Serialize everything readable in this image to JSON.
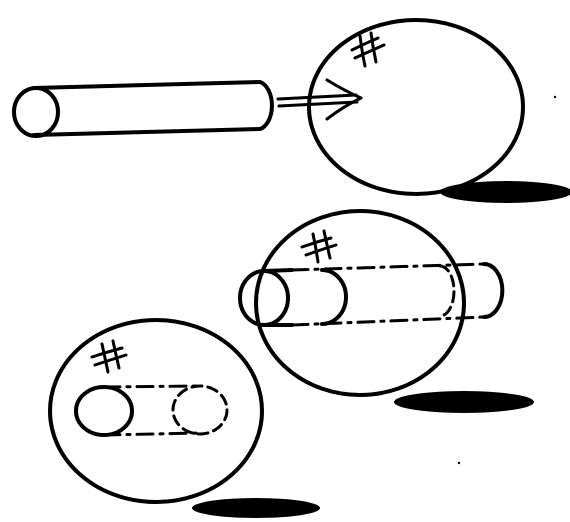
{
  "diagram": {
    "colors": {
      "background": "#ffffff",
      "ink": "#000000",
      "shadow": "#000000"
    },
    "panels": [
      {
        "name": "panel-insertion",
        "elements": [
          "cylinder-solid",
          "arrow-icon",
          "sphere",
          "seam-hash-icon",
          "drop-shadow"
        ]
      },
      {
        "name": "panel-pass-through",
        "elements": [
          "sphere",
          "seam-hash-icon",
          "cylinder-hidden-dashed",
          "drop-shadow"
        ]
      },
      {
        "name": "panel-embedded",
        "elements": [
          "sphere",
          "seam-hash-icon",
          "cylinder-hidden-dashed",
          "drop-shadow"
        ]
      }
    ]
  }
}
